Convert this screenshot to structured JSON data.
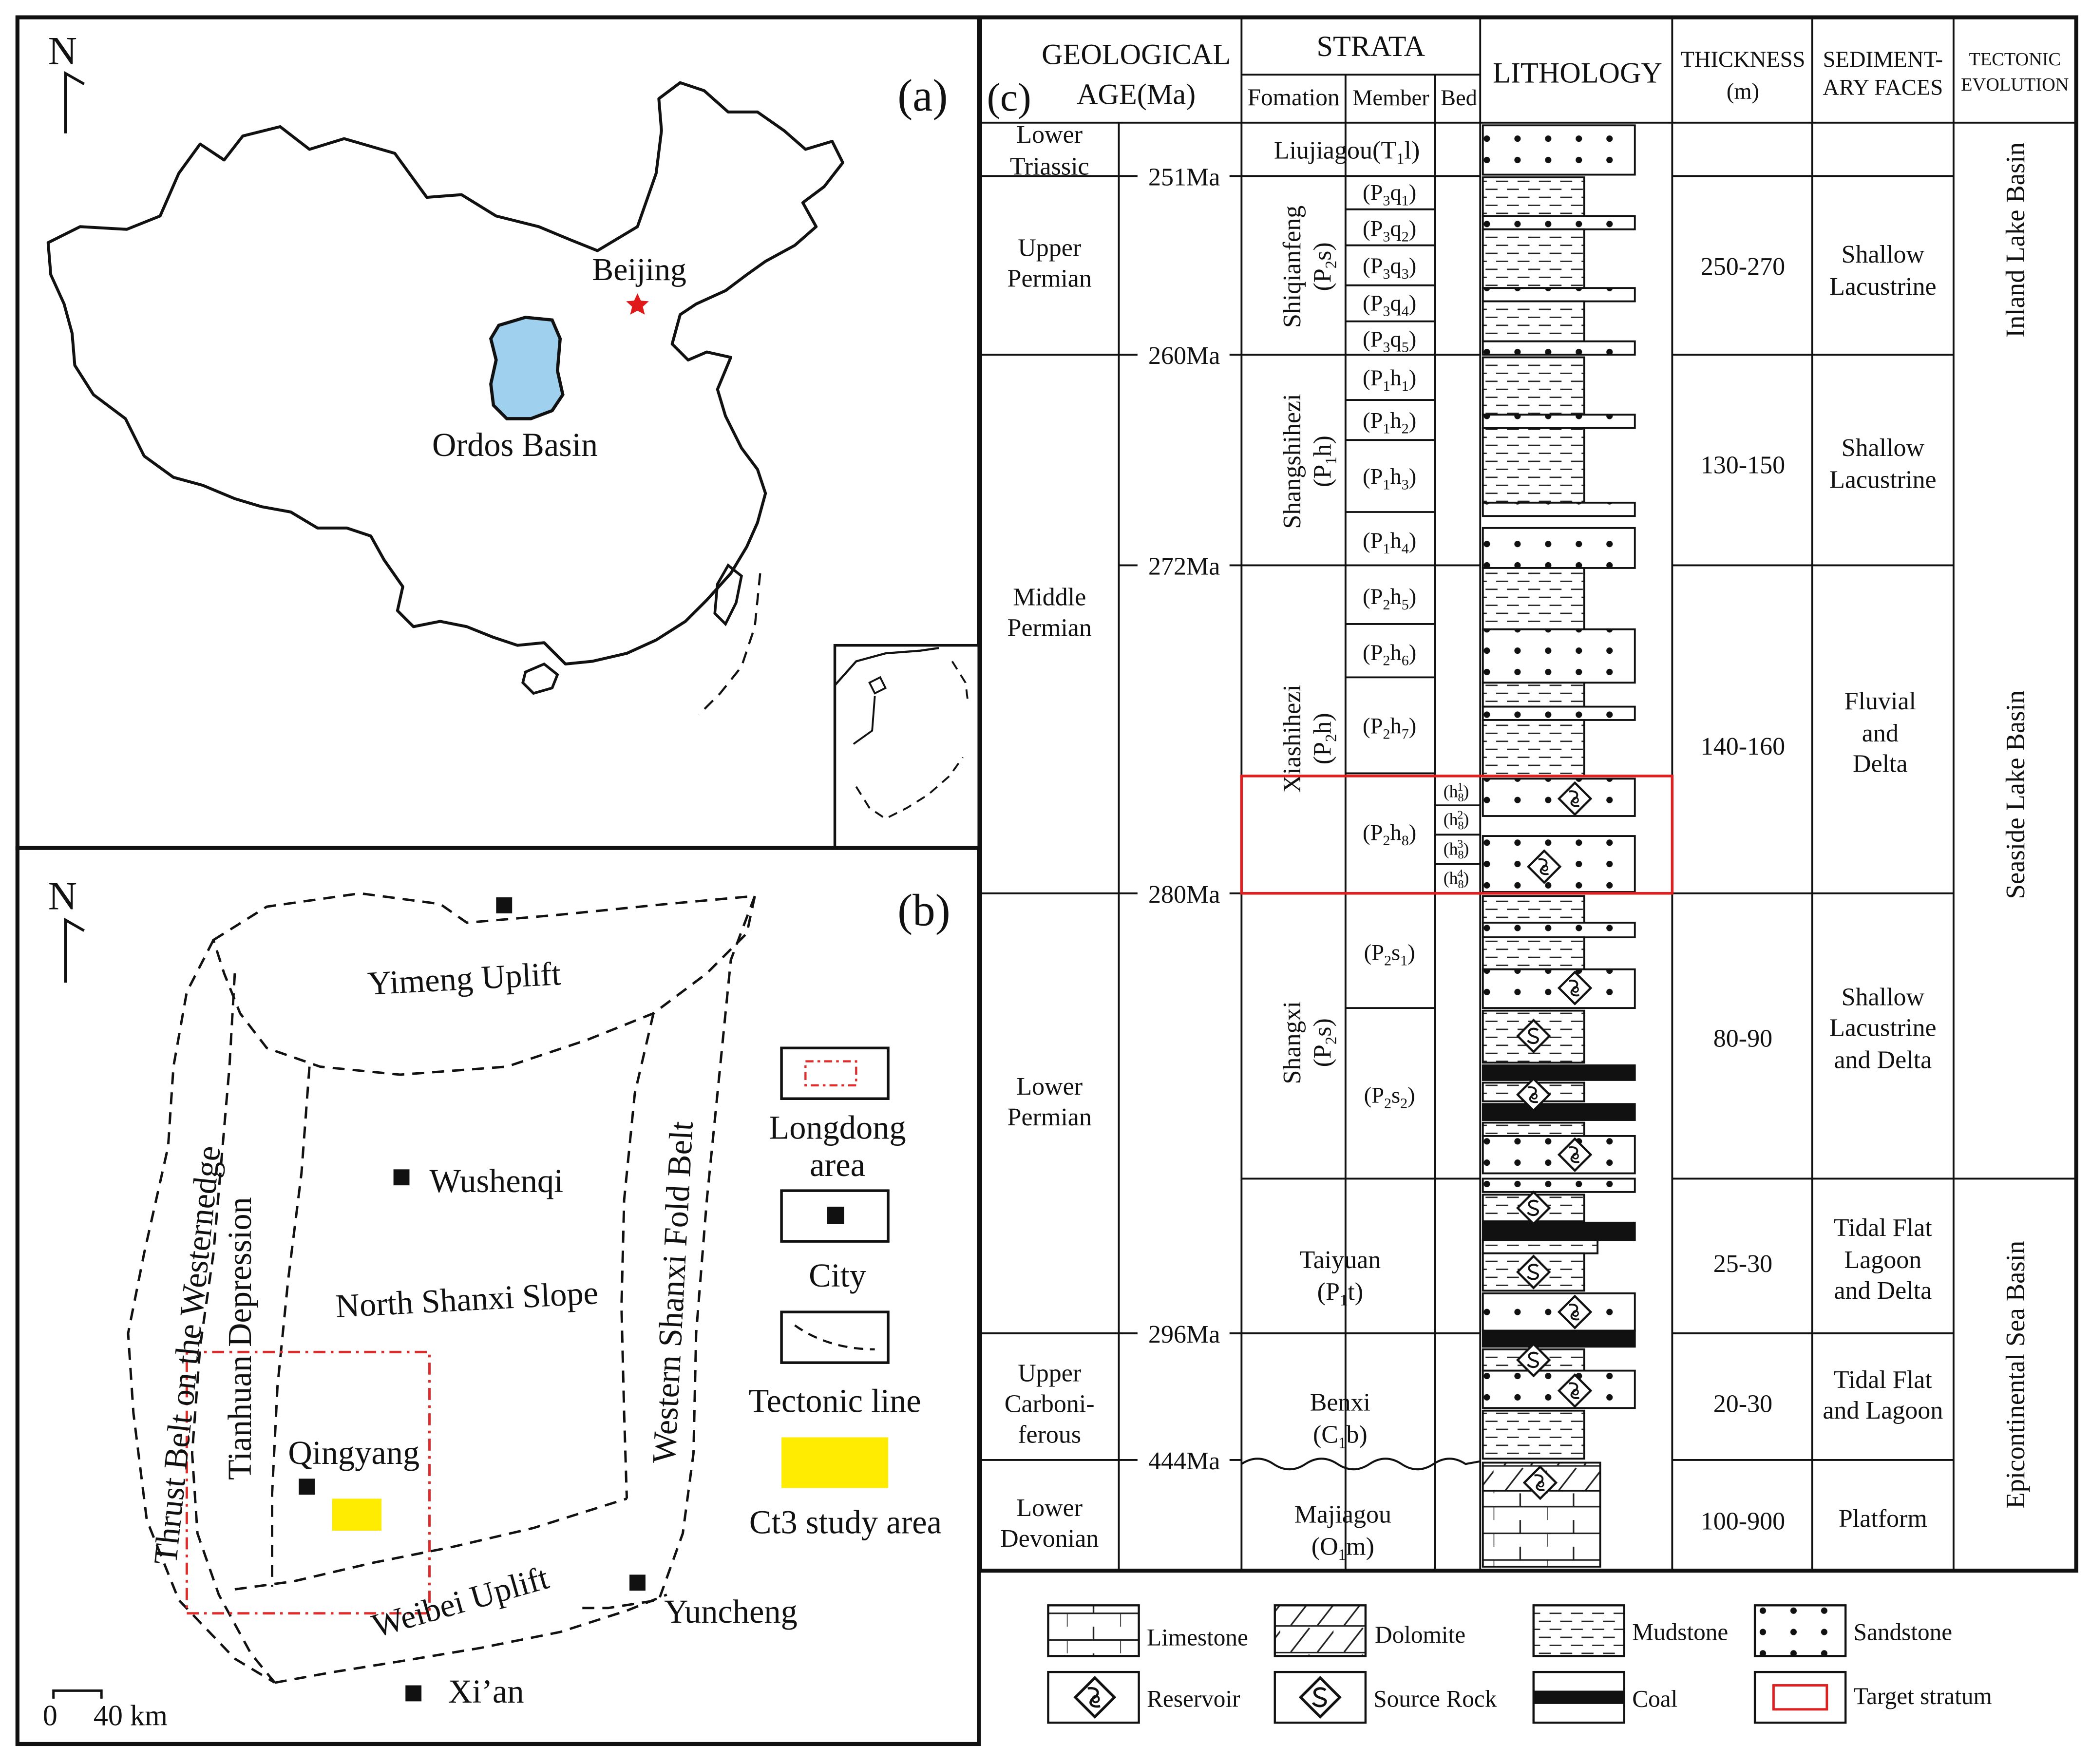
{
  "panel_a": {
    "label": "(a)",
    "north": "N",
    "beijing": "Beijing",
    "ordos": "Ordos Basin",
    "colors": {
      "basin": "#9fd1ef",
      "star": "#e0191a"
    }
  },
  "panel_b": {
    "label": "(b)",
    "north": "N",
    "scale_zero": "0",
    "scale_len": "40 km",
    "regions": {
      "yimeng": "Yimeng Uplift",
      "thrust": "Thrust Belt on the Westernedge",
      "tianhuan": "Tianhuan Depression",
      "shanxi_slope": "North Shanxi Slope",
      "shanxi_fold": "Western Shanxi Fold Belt",
      "weibei": "Weibei Uplift"
    },
    "cities": {
      "wushenqi": "Wushenqi",
      "qingyang": "Qingyang",
      "yuncheng": "Yuncheng",
      "xian": "Xi’an"
    },
    "legend": {
      "longdong_1": "Longdong",
      "longdong_2": "area",
      "city": "City",
      "tectonic": "Tectonic line",
      "study": "Ct3 study area"
    },
    "colors": {
      "study_area": "#ffec00",
      "longdong_box": "#e02b2b"
    }
  },
  "panel_c": {
    "label": "(c)",
    "headers": {
      "geo_1": "GEOLOGICAL",
      "geo_2": "AGE(Ma)",
      "strata": "STRATA",
      "formation": "Fomation",
      "member": "Member",
      "bed": "Bed",
      "lithology": "LITHOLOGY",
      "thickness_1": "THICKNESS",
      "thickness_2": "(m)",
      "sediment_1": "SEDIMENT-",
      "sediment_2": "ARY FACES",
      "tectonic_1": "TECTONIC",
      "tectonic_2": "EVOLUTION"
    },
    "ages": [
      {
        "name_1": "Lower",
        "name_2": "Triassic"
      },
      {
        "name_1": "Upper",
        "name_2": "Permian"
      },
      {
        "name_1": "Middle",
        "name_2": "Permian"
      },
      {
        "name_1": "Lower",
        "name_2": "Permian"
      },
      {
        "name_1": "Upper",
        "name_2": "Carboni-",
        "name_3": "ferous"
      },
      {
        "name_1": "Lower",
        "name_2": "Devonian"
      }
    ],
    "ma_marks": [
      "251Ma",
      "260Ma",
      "272Ma",
      "280Ma",
      "296Ma",
      "444Ma"
    ],
    "formations": {
      "liujiagou": "Liujiagou(T",
      "liujiagou_sub": "1",
      "liujiagou_end": "l)",
      "shiqianfeng": "Shiqianfeng",
      "shiqianfeng_code": "(P",
      "shiqianfeng_sub": "2",
      "shiqianfeng_end": "s)",
      "shangshihezi": "Shangshihezi",
      "shangshihezi_code": "(P",
      "shangshihezi_sub": "1",
      "shangshihezi_end": "h)",
      "xiashihezi": "Xiashihezi",
      "xiashihezi_code": "(P",
      "xiashihezi_sub": "2",
      "xiashihezi_end": "h)",
      "shangxi": "Shangxi",
      "shangxi_code": "(P",
      "shangxi_sub": "2",
      "shangxi_end": "s)",
      "taiyuan_1": "Taiyuan",
      "taiyuan_2": "(P",
      "taiyuan_sub": "1",
      "taiyuan_end": "t)",
      "benxi_1": "Benxi",
      "benxi_2": "(C",
      "benxi_sub": "1",
      "benxi_end": "b)",
      "majiagou_1": "Majiagou",
      "majiagou_2": "(O",
      "majiagou_sub": "1",
      "majiagou_end": "m)"
    },
    "members": [
      {
        "a": "(P",
        "s1": "3",
        "b": "q",
        "s2": "1",
        "c": ")"
      },
      {
        "a": "(P",
        "s1": "3",
        "b": "q",
        "s2": "2",
        "c": ")"
      },
      {
        "a": "(P",
        "s1": "3",
        "b": "q",
        "s2": "3",
        "c": ")"
      },
      {
        "a": "(P",
        "s1": "3",
        "b": "q",
        "s2": "4",
        "c": ")"
      },
      {
        "a": "(P",
        "s1": "3",
        "b": "q",
        "s2": "5",
        "c": ")"
      },
      {
        "a": "(P",
        "s1": "1",
        "b": "h",
        "s2": "1",
        "c": ")"
      },
      {
        "a": "(P",
        "s1": "1",
        "b": "h",
        "s2": "2",
        "c": ")"
      },
      {
        "a": "(P",
        "s1": "1",
        "b": "h",
        "s2": "3",
        "c": ")"
      },
      {
        "a": "(P",
        "s1": "1",
        "b": "h",
        "s2": "4",
        "c": ")"
      },
      {
        "a": "(P",
        "s1": "2",
        "b": "h",
        "s2": "5",
        "c": ")"
      },
      {
        "a": "(P",
        "s1": "2",
        "b": "h",
        "s2": "6",
        "c": ")"
      },
      {
        "a": "(P",
        "s1": "2",
        "b": "h",
        "s2": "7",
        "c": ")"
      },
      {
        "a": "(P",
        "s1": "2",
        "b": "h",
        "s2": "8",
        "c": ")"
      },
      {
        "a": "(P",
        "s1": "2",
        "b": "s",
        "s2": "1",
        "c": ")"
      },
      {
        "a": "(P",
        "s1": "2",
        "b": "s",
        "s2": "2",
        "c": ")"
      }
    ],
    "beds": [
      {
        "a": "(h",
        "sub": "8",
        "sup": "1",
        "c": ")"
      },
      {
        "a": "(h",
        "sub": "8",
        "sup": "2",
        "c": ")"
      },
      {
        "a": "(h",
        "sub": "8",
        "sup": "3",
        "c": ")"
      },
      {
        "a": "(h",
        "sub": "8",
        "sup": "4",
        "c": ")"
      }
    ],
    "thickness": [
      "250-270",
      "130-150",
      "140-160",
      "80-90",
      "25-30",
      "20-30",
      "100-900"
    ],
    "facies": [
      [
        "Shallow",
        "Lacustrine"
      ],
      [
        "Shallow",
        "Lacustrine"
      ],
      [
        "Fluvial",
        "and",
        "Delta"
      ],
      [
        "Shallow",
        "Lacustrine",
        "and Delta"
      ],
      [
        "Tidal Flat",
        "Lagoon",
        "and Delta"
      ],
      [
        "Tidal Flat",
        "and Lagoon"
      ],
      [
        "Platform"
      ]
    ],
    "tectonic": [
      "Inland Lake Basin",
      "Seaside Lake Basin",
      "Epicontinental Sea Basin"
    ],
    "legend": {
      "limestone": "Limestone",
      "dolomite": "Dolomite",
      "mudstone": "Mudstone",
      "sandstone": "Sandstone",
      "reservoir": "Reservoir",
      "source": "Source Rock",
      "coal": "Coal",
      "target": "Target stratum"
    },
    "colors": {
      "target": "#e02020"
    }
  }
}
